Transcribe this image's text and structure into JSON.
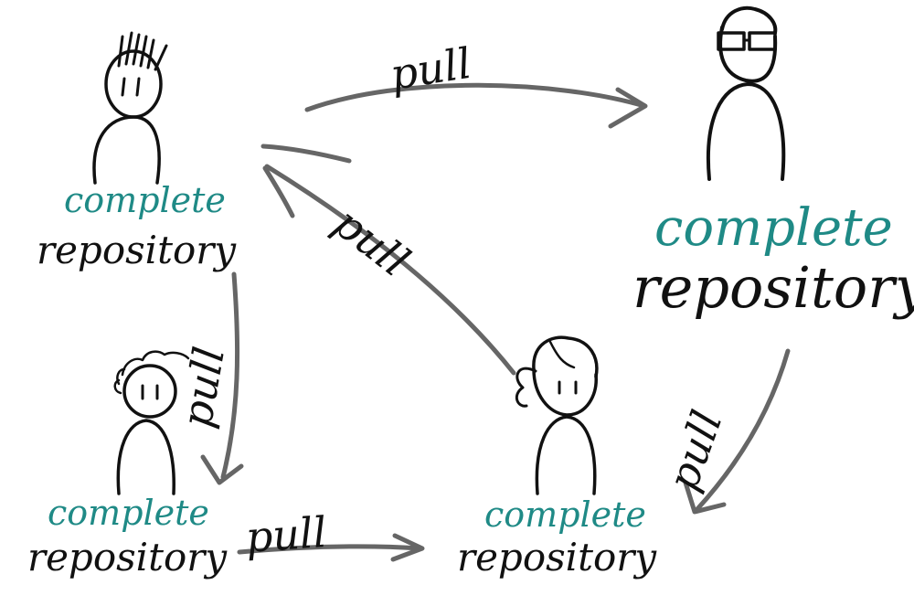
{
  "colors": {
    "accent_teal": "#1f8a86",
    "ink": "#111111",
    "arrow_gray": "#666666",
    "background": "#ffffff"
  },
  "nodes": [
    {
      "id": "developer-top-left",
      "line1": "complete",
      "line2": "repository"
    },
    {
      "id": "developer-top-right",
      "line1": "complete",
      "line2": "repository"
    },
    {
      "id": "developer-bottom-left",
      "line1": "complete",
      "line2": "repository"
    },
    {
      "id": "developer-bottom-right",
      "line1": "complete",
      "line2": "repository"
    }
  ],
  "edges": [
    {
      "from": "developer-top-left",
      "to": "developer-top-right",
      "label": "pull"
    },
    {
      "from": "developer-bottom-right",
      "to": "developer-top-left",
      "label": "pull"
    },
    {
      "from": "developer-top-left",
      "to": "developer-bottom-left",
      "label": "pull"
    },
    {
      "from": "developer-bottom-left",
      "to": "developer-bottom-right",
      "label": "pull"
    },
    {
      "from": "developer-top-right",
      "to": "developer-bottom-right",
      "label": "pull"
    }
  ]
}
